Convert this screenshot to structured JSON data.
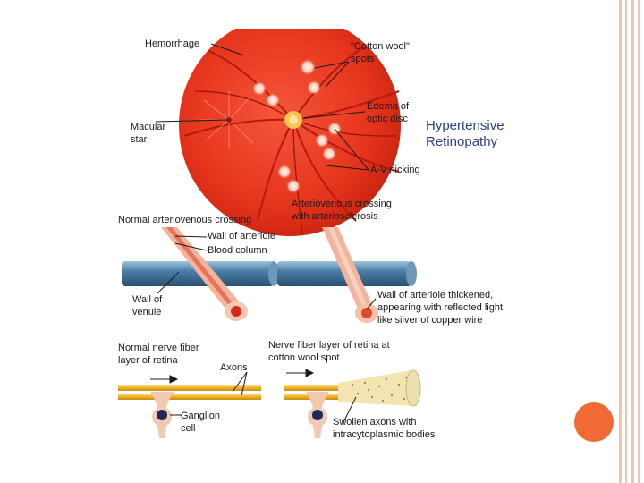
{
  "figure": {
    "title_line1": "Hypertensive",
    "title_line2": "Retinopathy",
    "labels": {
      "hemorrhage": "Hemorrhage",
      "cotton_wool_1": "\"Cotton wool\"",
      "cotton_wool_2": "spots",
      "macular_1": "Macular",
      "macular_2": "star",
      "edema_1": "Edema of",
      "edema_2": "optic disc",
      "av_nicking": "A-V nicking",
      "normal_crossing": "Normal arteriovenous crossing",
      "wall_arteriole": "Wall of arteriole",
      "blood_column": "Blood column",
      "wall_venule_1": "Wall of",
      "wall_venule_2": "venule",
      "sclerosis_1": "Arteriovenous crossing",
      "sclerosis_2": "with arteriosclerosis",
      "thick_1": "Wall of arteriole thickened,",
      "thick_2": "appearing with reflected light",
      "thick_3": "like silver of copper wire",
      "normal_nerve_1": "Normal nerve fiber",
      "normal_nerve_2": "layer of retina",
      "axons": "Axons",
      "ganglion_1": "Ganglion",
      "ganglion_2": "cell",
      "cw_layer_1": "Nerve fiber layer of retina at",
      "cw_layer_2": "cotton wool spot",
      "swollen_1": "Swollen axons with",
      "swollen_2": "intracytoplasmic bodies"
    }
  },
  "colors": {
    "accent": "#f26a33",
    "stripe": "#f6c3aa",
    "title": "#2a3e8c",
    "retina": "#e5341c",
    "vessel": "#4a7ea6",
    "arteriole": "#f3b49c",
    "axon": "#f0b429"
  }
}
